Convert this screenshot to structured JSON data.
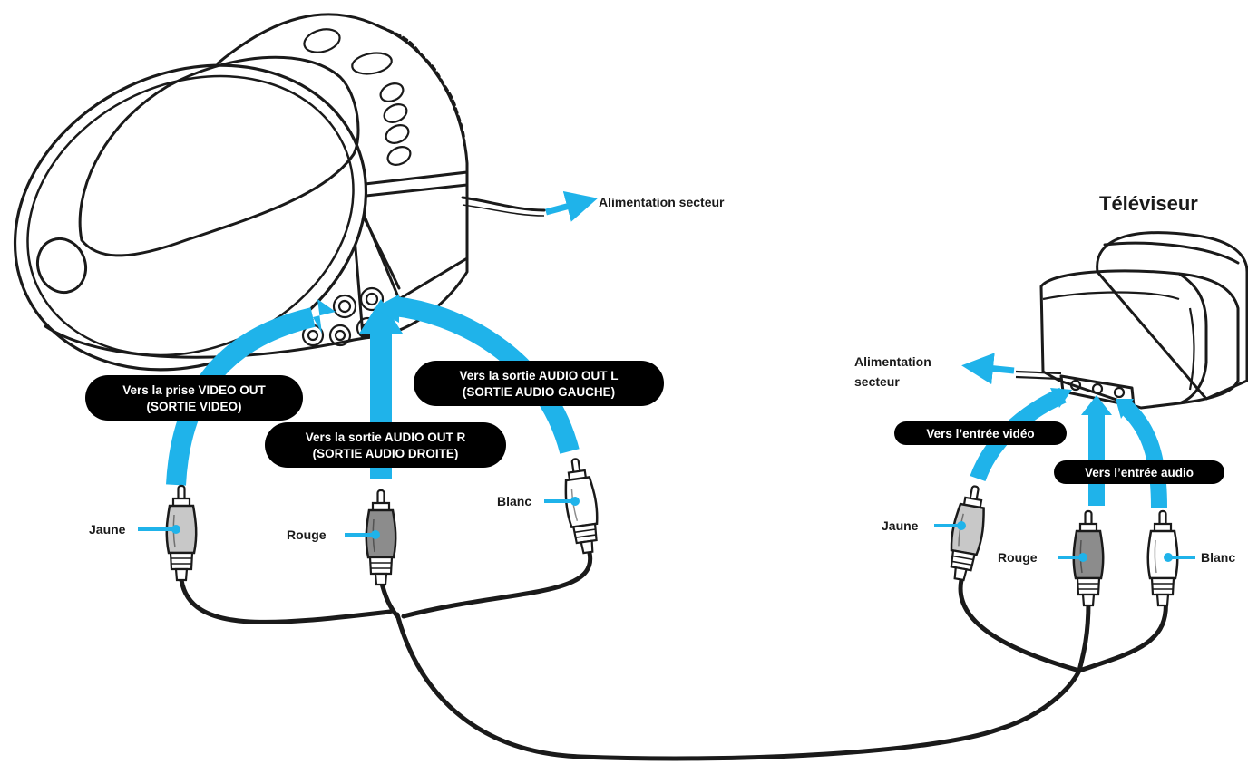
{
  "theme": {
    "accent": "#1fb3ea",
    "ink": "#1a1a1a",
    "pill": "#000000",
    "plug_red": "#8c8c8c",
    "plug_yellow": "#c8c8c8",
    "plug_white": "#ffffff"
  },
  "device_side": {
    "power_label": "Alimentation secteur",
    "callouts": {
      "video_out": [
        "Vers la prise VIDEO OUT",
        "(SORTIE VIDEO)"
      ],
      "audio_out_r": [
        "Vers la sortie AUDIO OUT R",
        "(SORTIE AUDIO DROITE)"
      ],
      "audio_out_l": [
        "Vers la sortie AUDIO OUT L",
        "(SORTIE AUDIO GAUCHE)"
      ]
    },
    "plugs": {
      "yellow": "Jaune",
      "red": "Rouge",
      "white": "Blanc"
    }
  },
  "tv_side": {
    "title": "Téléviseur",
    "power_label": [
      "Alimentation",
      "secteur"
    ],
    "callouts": {
      "video_in": "Vers l’entrée vidéo",
      "audio_in": "Vers l’entrée audio"
    },
    "plugs": {
      "yellow": "Jaune",
      "red": "Rouge",
      "white": "Blanc"
    }
  }
}
